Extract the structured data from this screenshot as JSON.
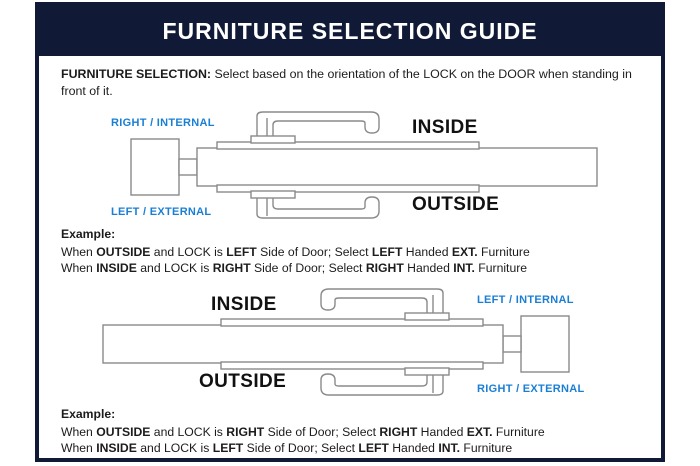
{
  "header": {
    "title": "FURNITURE SELECTION GUIDE",
    "background_color": "#101a37",
    "text_color": "#ffffff"
  },
  "colors": {
    "navy": "#101a37",
    "label_blue": "#1a7fd4",
    "body_text": "#1c1c1c",
    "line_gray": "#8a8a8a",
    "white": "#ffffff"
  },
  "intro": {
    "bold_lead": "FURNITURE SELECTION:",
    "rest": "  Select based on the orientation of the LOCK on the DOOR when standing in front of it."
  },
  "diagram_one": {
    "name": "lock-left-of-door-diagram",
    "labels": {
      "top_blue": "RIGHT / INTERNAL",
      "bottom_blue": "LEFT / EXTERNAL",
      "inside": "INSIDE",
      "outside": "OUTSIDE"
    }
  },
  "diagram_two": {
    "name": "lock-right-of-door-diagram",
    "labels": {
      "top_blue": "LEFT / INTERNAL",
      "bottom_blue": "RIGHT / EXTERNAL",
      "inside": "INSIDE",
      "outside": "OUTSIDE"
    }
  },
  "example_one": {
    "heading": "Example:",
    "line1": {
      "p1": "When ",
      "b1": "OUTSIDE",
      "p2": " and LOCK is ",
      "b2": "LEFT",
      "p3": " Side of Door;   Select ",
      "b3": "LEFT",
      "p4": " Handed ",
      "b4": "EXT.",
      "p5": " Furniture"
    },
    "line2": {
      "p1": "When ",
      "b1": "INSIDE",
      "p2": " and LOCK is ",
      "b2": "RIGHT",
      "p3": " Side of Door;  Select ",
      "b3": "RIGHT",
      "p4": " Handed ",
      "b4": "INT.",
      "p5": " Furniture"
    }
  },
  "example_two": {
    "heading": "Example:",
    "line1": {
      "p1": "When ",
      "b1": "OUTSIDE",
      "p2": " and LOCK is ",
      "b2": "RIGHT",
      "p3": " Side of Door;   Select ",
      "b3": "RIGHT",
      "p4": " Handed ",
      "b4": "EXT.",
      "p5": " Furniture"
    },
    "line2": {
      "p1": "When ",
      "b1": "INSIDE",
      "p2": " and LOCK is ",
      "b2": "LEFT",
      "p3": " Side of Door;  Select ",
      "b3": "LEFT",
      "p4": " Handed ",
      "b4": "INT.",
      "p5": " Furniture"
    }
  }
}
